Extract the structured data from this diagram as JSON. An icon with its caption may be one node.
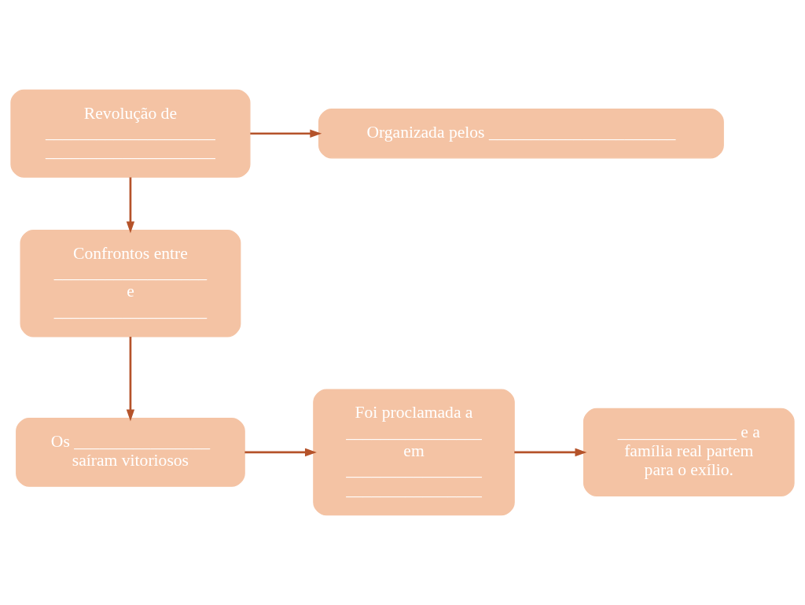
{
  "diagram": {
    "nodes": [
      {
        "text": [
          "Revolução de",
          "____________________",
          "____________________"
        ]
      },
      {
        "text": [
          "Organizada pelos ______________________"
        ]
      },
      {
        "text": [
          "Confrontos entre",
          "__________________",
          "e",
          "__________________"
        ]
      },
      {
        "text": [
          "Os ________________ saíram vitoriosos"
        ]
      },
      {
        "text": [
          "Foi proclamada a",
          "________________",
          "em",
          "________________",
          "________________"
        ]
      },
      {
        "text": [
          "______________ e a família real partem para o exílio."
        ]
      }
    ],
    "edges": [
      {
        "from": 0,
        "to": 1,
        "arrow": "to"
      },
      {
        "from": 0,
        "to": 2,
        "arrow": "to"
      },
      {
        "from": 2,
        "to": 3,
        "arrow": "to"
      },
      {
        "from": 3,
        "to": 4,
        "arrow": "to"
      },
      {
        "from": 4,
        "to": 5,
        "arrow": "to"
      }
    ]
  }
}
